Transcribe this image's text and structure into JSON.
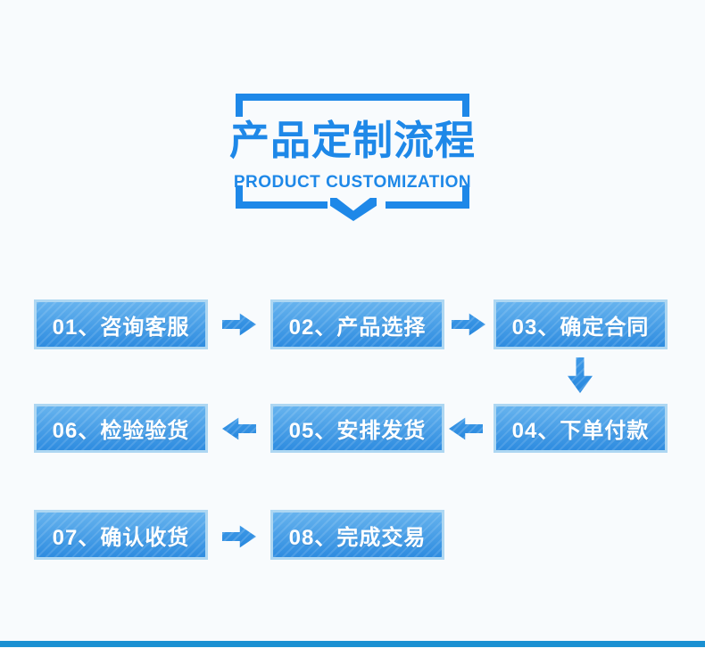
{
  "page": {
    "background_color": "#f8fbfd",
    "accent_color": "#1e88e8",
    "footer_bar_color": "#1a90d2"
  },
  "header": {
    "title": "产品定制流程",
    "subtitle": "PRODUCT CUSTOMIZATION",
    "decoration_icon": "chevron-down-icon"
  },
  "flow": {
    "steps": [
      {
        "number": "01",
        "label": "咨询客服",
        "text": "01、咨询客服"
      },
      {
        "number": "02",
        "label": "产品选择",
        "text": "02、产品选择"
      },
      {
        "number": "03",
        "label": "确定合同",
        "text": "03、确定合同"
      },
      {
        "number": "04",
        "label": "下单付款",
        "text": "04、下单付款"
      },
      {
        "number": "05",
        "label": "安排发货",
        "text": "05、安排发货"
      },
      {
        "number": "06",
        "label": "检验验货",
        "text": "06、检验验货"
      },
      {
        "number": "07",
        "label": "确认收货",
        "text": "07、确认收货"
      },
      {
        "number": "08",
        "label": "完成交易",
        "text": "08、完成交易"
      }
    ],
    "connectors": [
      {
        "from": "01",
        "to": "02",
        "direction": "right"
      },
      {
        "from": "02",
        "to": "03",
        "direction": "right"
      },
      {
        "from": "03",
        "to": "04",
        "direction": "down"
      },
      {
        "from": "04",
        "to": "05",
        "direction": "left"
      },
      {
        "from": "05",
        "to": "06",
        "direction": "left"
      },
      {
        "from": "07",
        "to": "08",
        "direction": "right"
      }
    ],
    "box_style": {
      "border_color": "#aed7f2",
      "gradient_top": "#66b3ee",
      "gradient_bottom": "#2e8ce0",
      "text_color": "#ffffff"
    }
  }
}
